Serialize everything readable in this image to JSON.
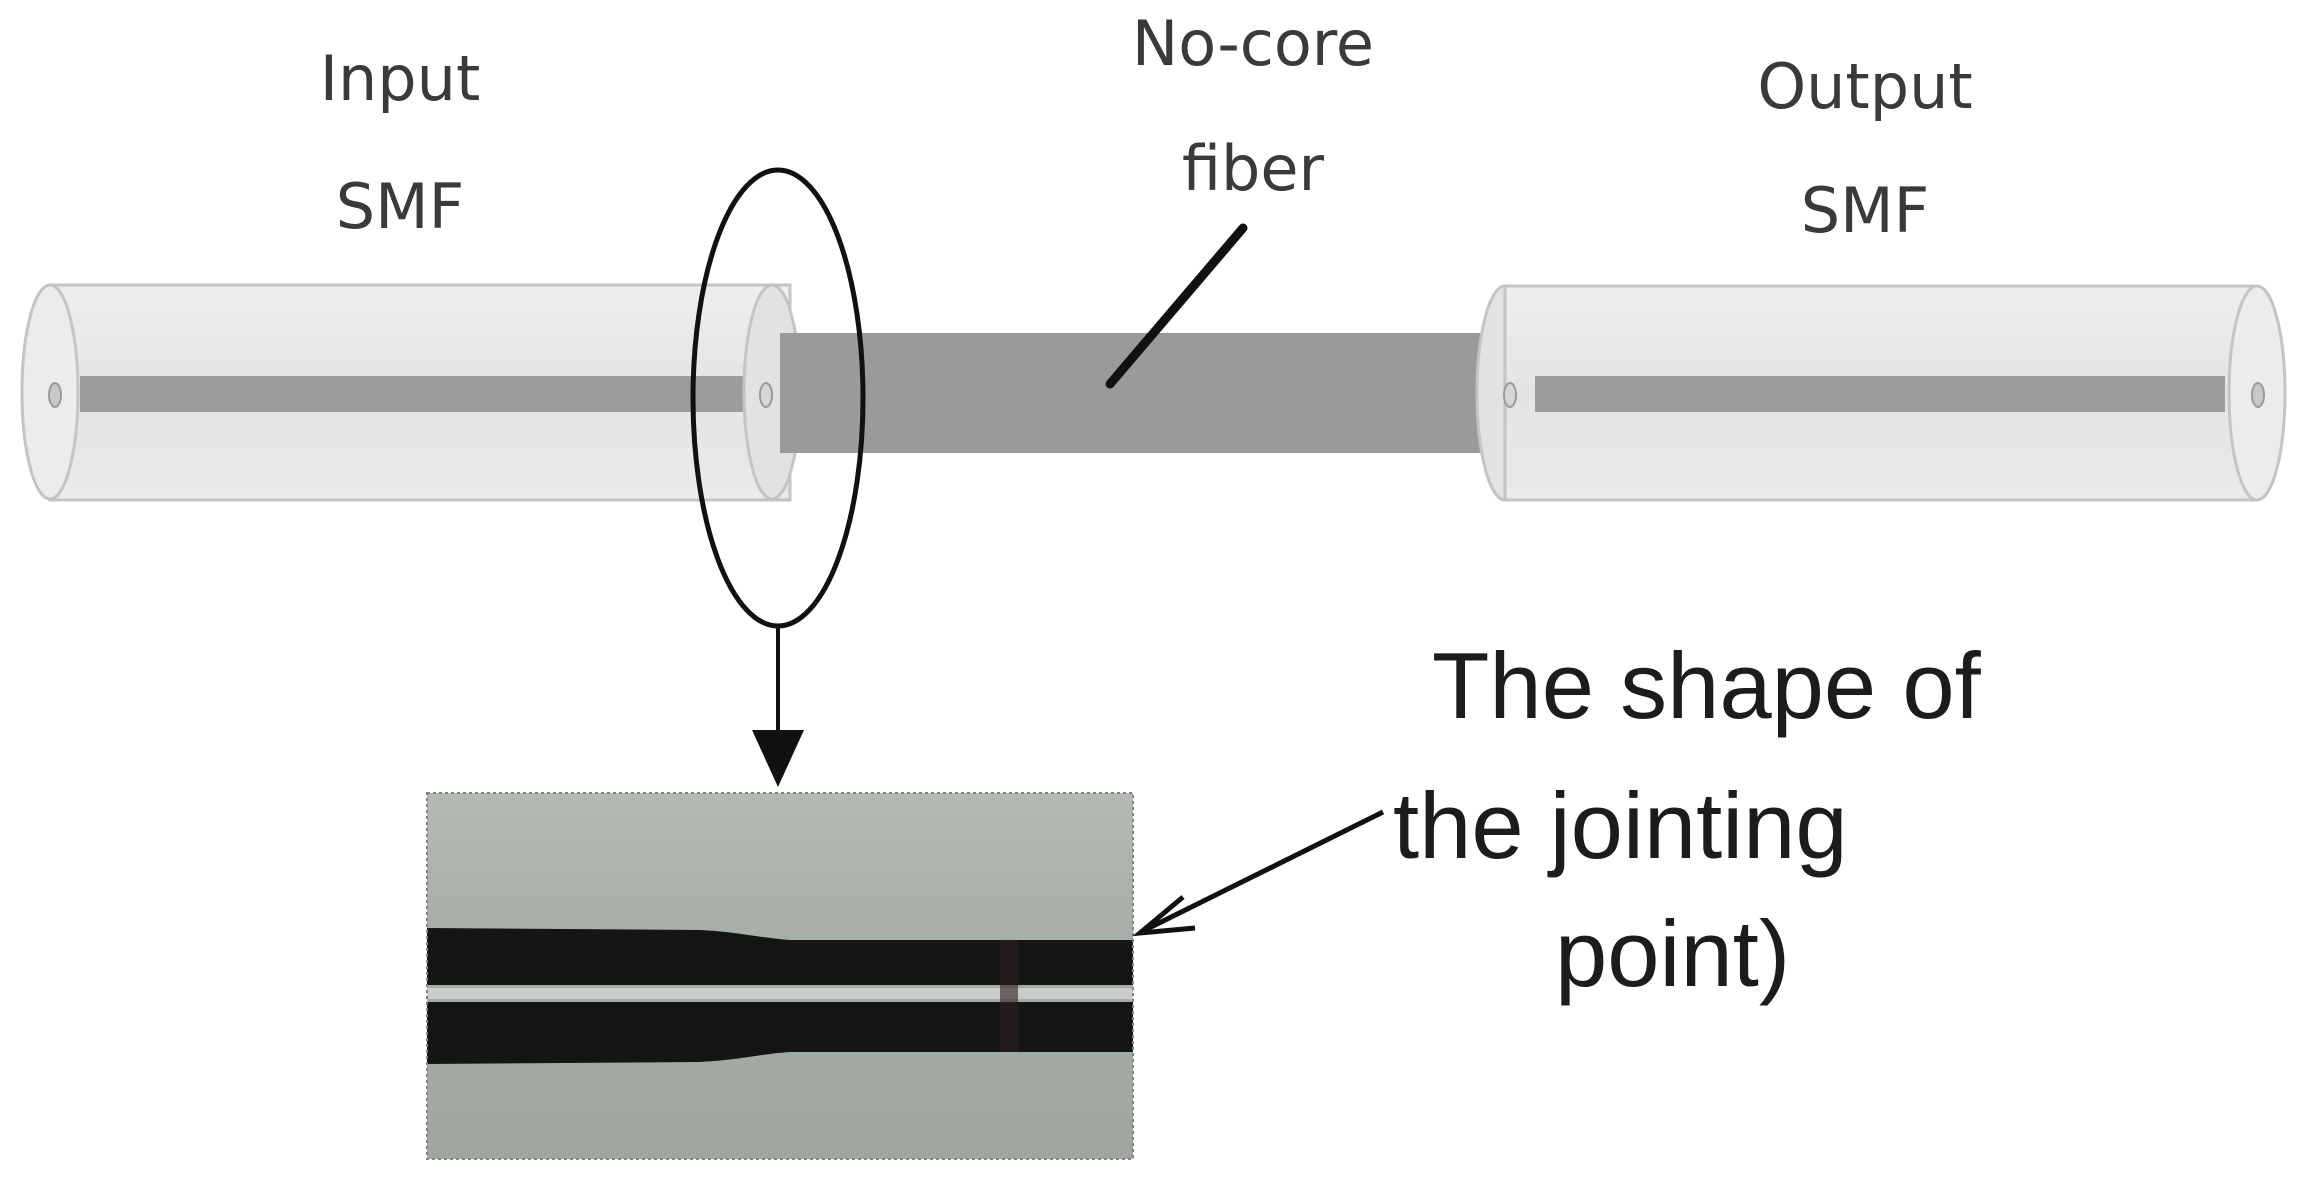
{
  "labels": {
    "input_smf": [
      "Input",
      "SMF"
    ],
    "no_core_fiber": [
      "No-core",
      "fiber"
    ],
    "output_smf": [
      "Output",
      "SMF"
    ],
    "joint_caption": [
      "The shape of",
      "the jointing",
      "point)"
    ]
  },
  "colors": {
    "cladding_fill": "#e6e6e6",
    "cladding_stroke": "#c4c4c4",
    "core_fill": "#9c9c9c",
    "no_core_fill": "#9a9a9a",
    "line": "#111111",
    "photo_background": "#a9b0ab",
    "photo_fiber": "#151515"
  },
  "icons": {
    "splice_marker": "ellipse",
    "pointer": "arrow"
  }
}
